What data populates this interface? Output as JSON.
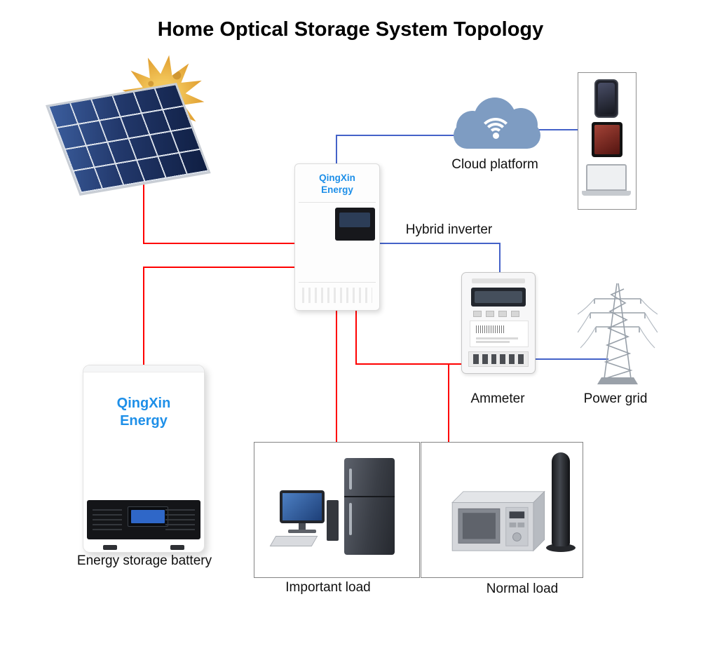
{
  "title": "Home Optical Storage System Topology",
  "nodes": {
    "cloud_platform": {
      "label": "Cloud platform"
    },
    "hybrid_inverter": {
      "label": "Hybrid inverter",
      "brand_line1": "QingXin",
      "brand_line2": "Energy"
    },
    "ammeter": {
      "label": "Ammeter"
    },
    "power_grid": {
      "label": "Power grid"
    },
    "energy_storage_battery": {
      "label": "Energy storage battery",
      "brand_line1": "QingXin",
      "brand_line2": "Energy"
    },
    "important_load": {
      "label": "Important load"
    },
    "normal_load": {
      "label": "Normal load"
    }
  },
  "colors": {
    "power_line_red": "#ff0000",
    "comm_line_blue": "#4462c8",
    "brand_blue": "#1e8fe8",
    "cloud_blue": "#7e9cc2",
    "panel_cell_navy": "#22386b",
    "sun_orange": "#df9c2e"
  }
}
